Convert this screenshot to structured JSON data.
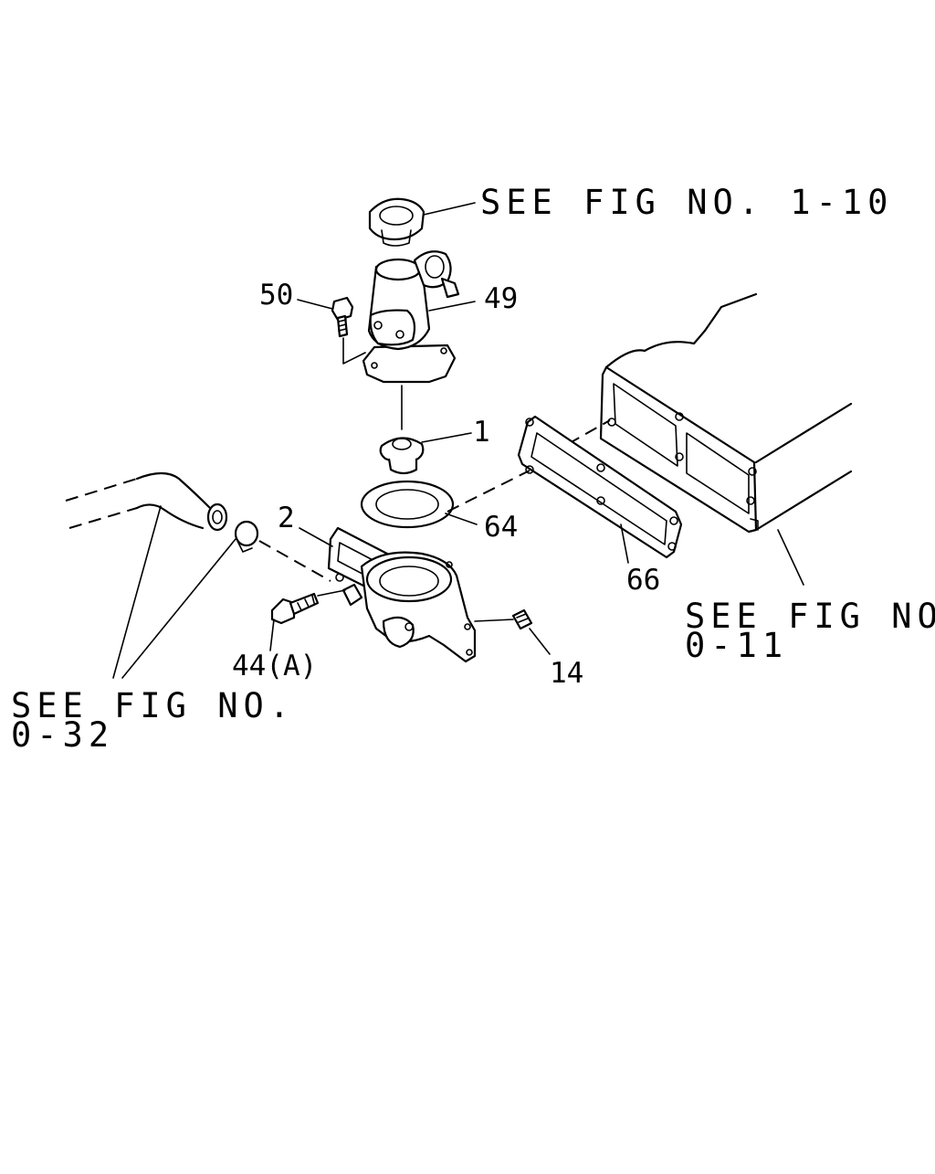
{
  "diagram": {
    "part_labels": {
      "p50": "50",
      "p49": "49",
      "p1": "1",
      "p2": "2",
      "p64": "64",
      "p66": "66",
      "p44a": "44(A)",
      "p14": "14"
    },
    "references": {
      "fig_1_10": "SEE FIG NO. 1-10",
      "fig_0_11_line1": "SEE FIG NO.",
      "fig_0_11_line2": "0-11",
      "fig_0_32_line1": "SEE FIG NO.",
      "fig_0_32_line2": "0-32"
    }
  }
}
